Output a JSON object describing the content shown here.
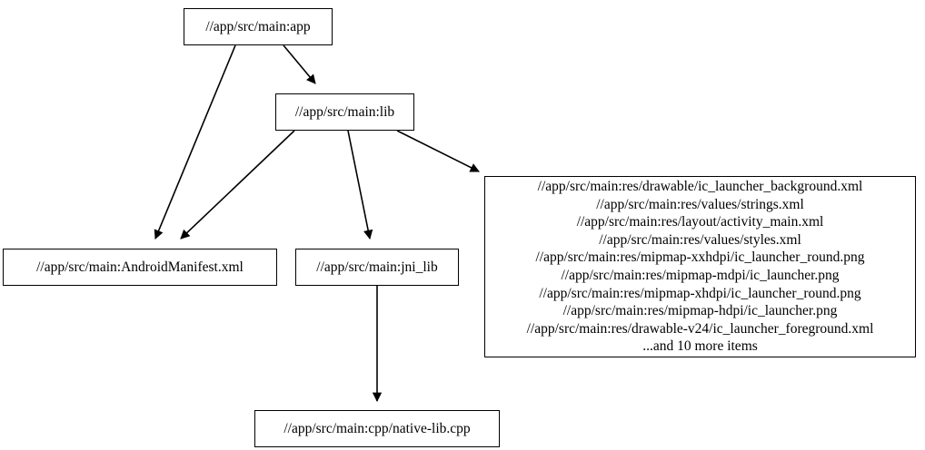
{
  "graph": {
    "type": "directed-dependency-graph",
    "background_color": "#ffffff",
    "node_border_color": "#000000",
    "edge_color": "#000000",
    "text_color": "#000000",
    "nodes": [
      {
        "id": "app",
        "label": "//app/src/main:app"
      },
      {
        "id": "lib",
        "label": "//app/src/main:lib"
      },
      {
        "id": "manifest",
        "label": "//app/src/main:AndroidManifest.xml"
      },
      {
        "id": "jni_lib",
        "label": "//app/src/main:jni_lib"
      },
      {
        "id": "cpp",
        "label": "//app/src/main:cpp/native-lib.cpp"
      },
      {
        "id": "resources",
        "lines": [
          "//app/src/main:res/drawable/ic_launcher_background.xml",
          "//app/src/main:res/values/strings.xml",
          "//app/src/main:res/layout/activity_main.xml",
          "//app/src/main:res/values/styles.xml",
          "//app/src/main:res/mipmap-xxhdpi/ic_launcher_round.png",
          "//app/src/main:res/mipmap-mdpi/ic_launcher.png",
          "//app/src/main:res/mipmap-xhdpi/ic_launcher_round.png",
          "//app/src/main:res/mipmap-hdpi/ic_launcher.png",
          "//app/src/main:res/drawable-v24/ic_launcher_foreground.xml",
          "...and 10 more items"
        ],
        "label": "//app/src/main:res/drawable/ic_launcher_background.xml\n//app/src/main:res/values/strings.xml\n//app/src/main:res/layout/activity_main.xml\n//app/src/main:res/values/styles.xml\n//app/src/main:res/mipmap-xxhdpi/ic_launcher_round.png\n//app/src/main:res/mipmap-mdpi/ic_launcher.png\n//app/src/main:res/mipmap-xhdpi/ic_launcher_round.png\n//app/src/main:res/mipmap-hdpi/ic_launcher.png\n//app/src/main:res/drawable-v24/ic_launcher_foreground.xml\n...and 10 more items",
        "overflow_note": "...and 10 more items",
        "overflow_count": 10
      }
    ],
    "edges": [
      {
        "from": "app",
        "to": "manifest"
      },
      {
        "from": "app",
        "to": "lib"
      },
      {
        "from": "lib",
        "to": "manifest"
      },
      {
        "from": "lib",
        "to": "jni_lib"
      },
      {
        "from": "lib",
        "to": "resources"
      },
      {
        "from": "jni_lib",
        "to": "cpp"
      }
    ]
  }
}
